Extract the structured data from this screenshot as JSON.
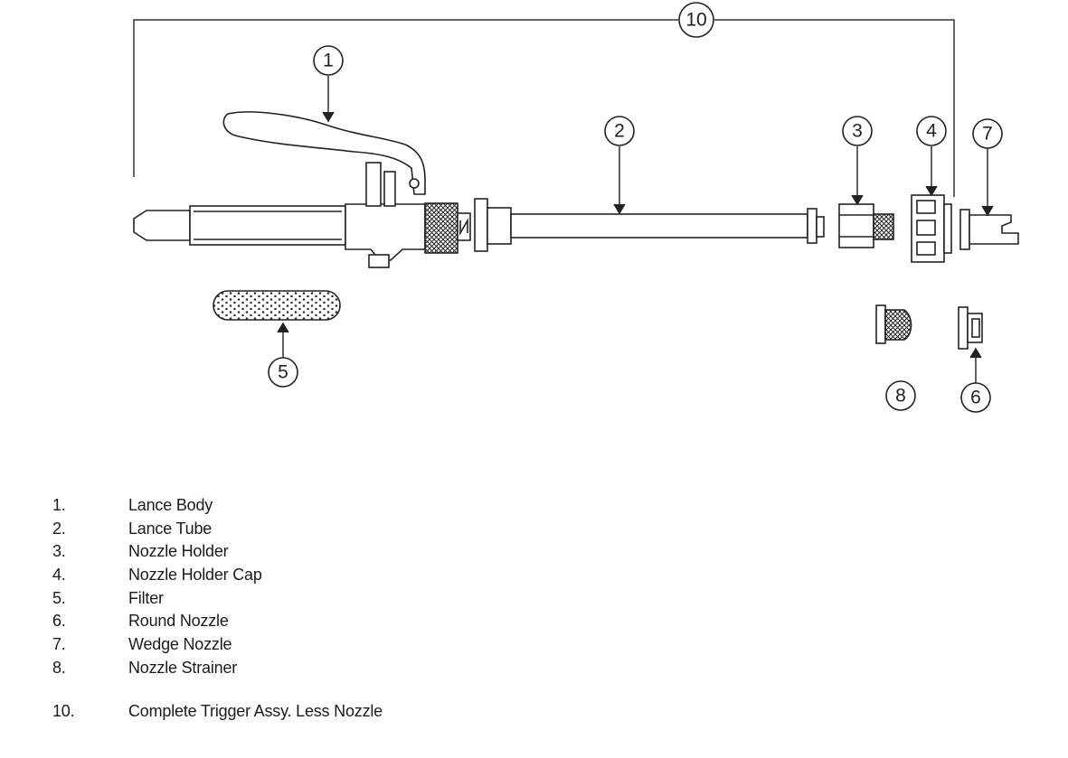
{
  "callouts": [
    "1",
    "2",
    "3",
    "4",
    "5",
    "6",
    "7",
    "8",
    "10"
  ],
  "legend": {
    "items": [
      {
        "num": "1.",
        "label": "Lance Body"
      },
      {
        "num": "2.",
        "label": "Lance Tube"
      },
      {
        "num": "3.",
        "label": "Nozzle Holder"
      },
      {
        "num": "4.",
        "label": "Nozzle Holder Cap"
      },
      {
        "num": "5.",
        "label": "Filter"
      },
      {
        "num": "6.",
        "label": "Round Nozzle"
      },
      {
        "num": "7.",
        "label": "Wedge Nozzle"
      },
      {
        "num": "8.",
        "label": "Nozzle Strainer"
      }
    ],
    "assembly": {
      "num": "10.",
      "label": "Complete Trigger Assy. Less Nozzle"
    }
  }
}
